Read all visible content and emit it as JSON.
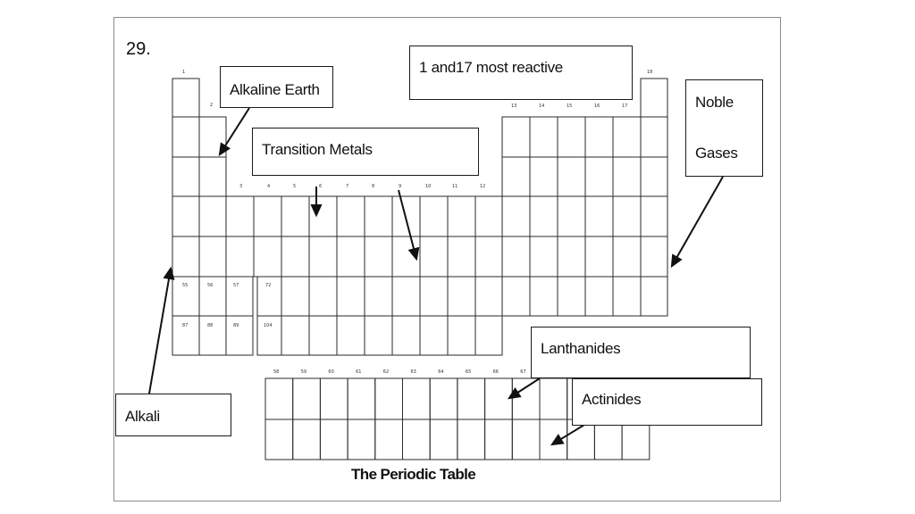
{
  "question_number": "29.",
  "labels": {
    "alkaline_earth": "Alkaline Earth",
    "most_reactive": "1 and17 most reactive",
    "noble_gases_line1": "Noble",
    "noble_gases_line2": "Gases",
    "transition_metals": "Transition Metals",
    "alkali": "Alkali",
    "lanthanides": "Lanthanides",
    "actinides": "Actinides"
  },
  "caption": "The Periodic Table",
  "group_numbers": {
    "g1": "1",
    "g2": "2",
    "g18": "18",
    "g3": "3",
    "g4": "4",
    "g5": "5",
    "g6": "6",
    "g7": "7",
    "g8": "8",
    "g9": "9",
    "g10": "10",
    "g11": "11",
    "g12": "12",
    "g13": "13",
    "g14": "14",
    "g15": "15",
    "g16": "16",
    "g17": "17"
  },
  "element_numbers": {
    "e55": "55",
    "e56": "56",
    "e57": "57",
    "e72": "72",
    "e87": "87",
    "e88": "88",
    "e89": "89",
    "e104": "104"
  },
  "f_block_numbers": [
    "58",
    "59",
    "60",
    "61",
    "62",
    "63",
    "64",
    "65",
    "66",
    "67"
  ]
}
